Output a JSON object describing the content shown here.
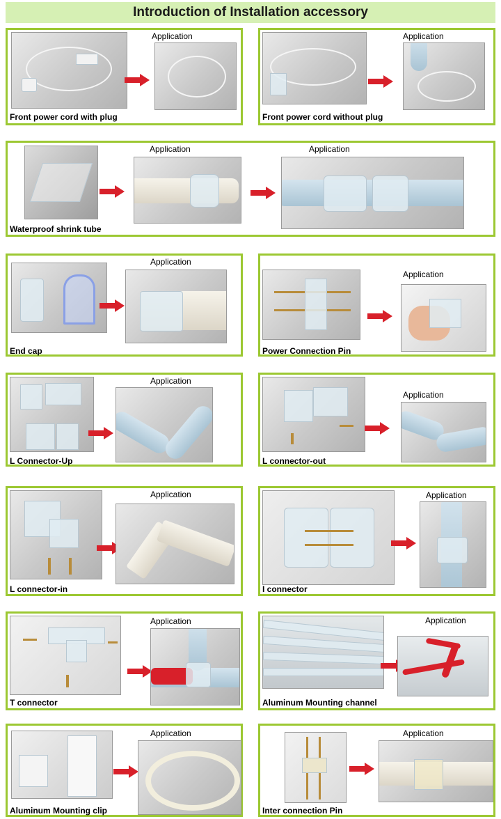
{
  "title": "Introduction of Installation accessory",
  "app_label": "Application",
  "accent_color": "#9cc832",
  "arrow_color": "#d8202a",
  "panels": [
    {
      "label": "Front power cord with plug"
    },
    {
      "label": "Front power cord without plug"
    },
    {
      "label": "Waterproof shrink tube"
    },
    {
      "label": "End cap"
    },
    {
      "label": "Power Connection Pin"
    },
    {
      "label": "L Connector-Up"
    },
    {
      "label": "L connector-out"
    },
    {
      "label": "L connector-in"
    },
    {
      "label": "I connector"
    },
    {
      "label": "T connector"
    },
    {
      "label": "Aluminum Mounting channel"
    },
    {
      "label": "Aluminum Mounting clip"
    },
    {
      "label": "Inter connection Pin"
    }
  ]
}
